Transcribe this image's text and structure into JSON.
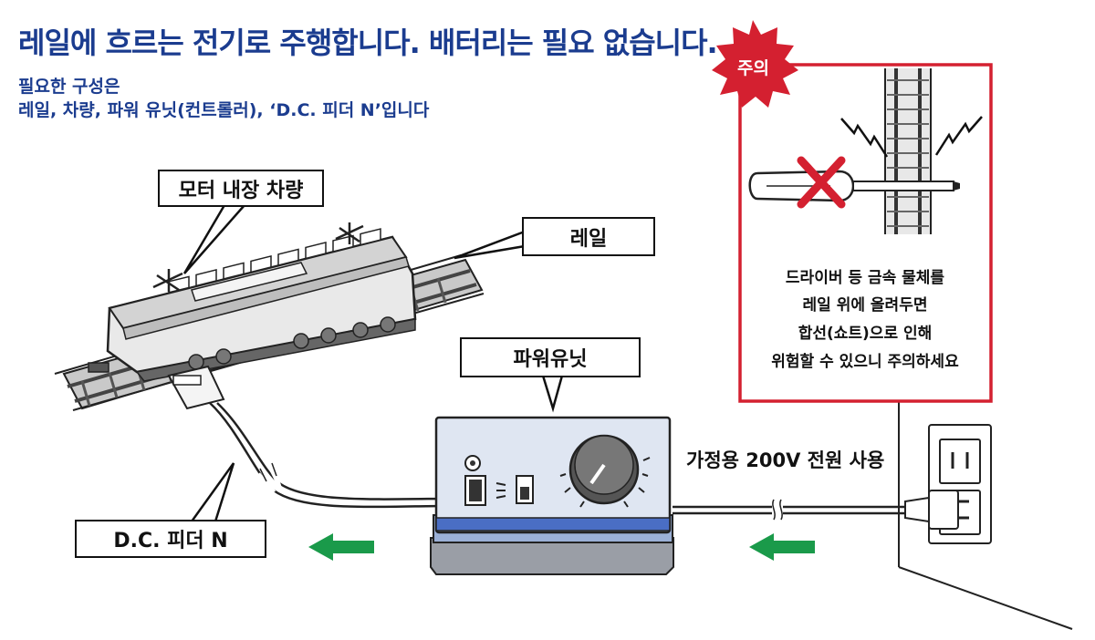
{
  "header": {
    "title": "레일에 흐르는 전기로 주행합니다. 배터리는 필요 없습니다.",
    "subtitle_line1": "필요한 구성은",
    "subtitle_line2": "레일, 차량, 파워 유닛(컨트롤러), ‘D.C. 피더 N’입니다"
  },
  "labels": {
    "train": "모터 내장 차량",
    "rail": "레일",
    "power_unit": "파워유닛",
    "feeder": "D.C. 피더 N",
    "power_source": "가정용 200V 전원 사용"
  },
  "warning": {
    "badge": "주의",
    "lines": [
      "드라이버 등 금속 물체를",
      "레일 위에 올려두면",
      "합선(쇼트)으로 인해",
      "위험할 수 있으니 주의하세요"
    ]
  },
  "colors": {
    "title": "#1b3c8f",
    "warning_frame": "#d42030",
    "arrow": "#1a9a4a",
    "power_unit_face": "#dfe6f2",
    "power_unit_base": "#9a9ea6",
    "power_unit_trim": "#4a6ec4"
  },
  "icons": [
    "train-icon",
    "rail-track-icon",
    "feeder-connector-icon",
    "power-unit-icon",
    "power-outlet-icon",
    "power-plug-icon",
    "screwdriver-icon",
    "spark-icon",
    "cross-mark-icon",
    "flow-arrow-icon",
    "warning-burst-icon"
  ]
}
